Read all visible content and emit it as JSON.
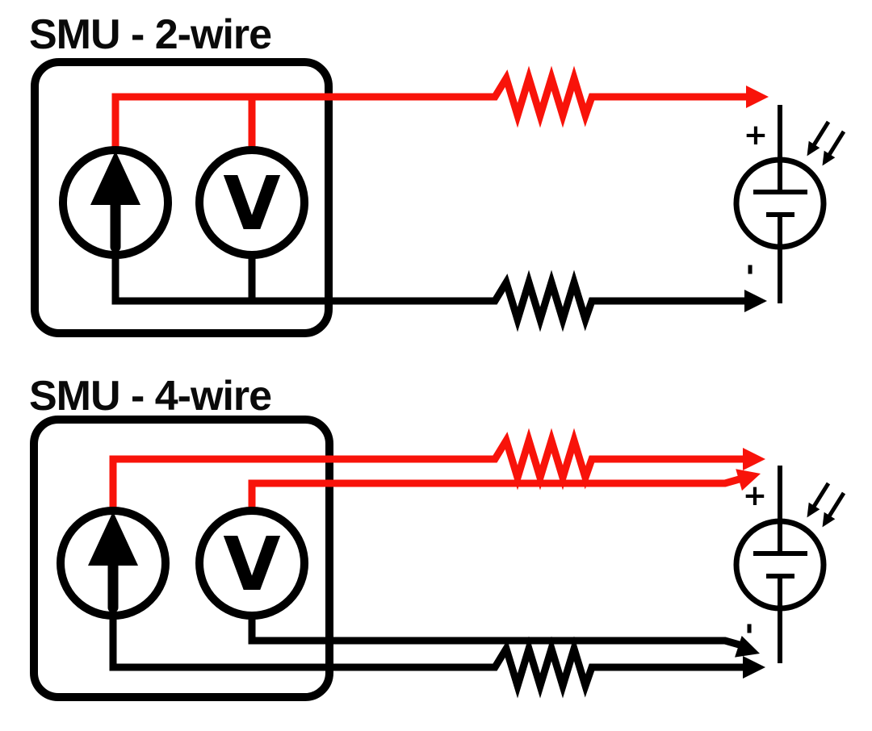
{
  "page": {
    "background": "#ffffff"
  },
  "colors": {
    "wire_red": "#f8130a",
    "wire_black": "#000000"
  },
  "sections": [
    {
      "title": "SMU - 2-wire",
      "smu": {
        "current_source_icon": "up-arrow-current-source",
        "voltmeter_label": "V"
      },
      "wires": [
        {
          "name": "high lead",
          "color": "red",
          "lead_resistor": true,
          "arrow": "right"
        },
        {
          "name": "low lead",
          "color": "black",
          "lead_resistor": true,
          "arrow": "right"
        }
      ],
      "device": {
        "type": "solar-cell-illuminated",
        "positive_label": "+",
        "negative_label": "-"
      }
    },
    {
      "title": "SMU - 4-wire",
      "smu": {
        "current_source_icon": "up-arrow-current-source",
        "voltmeter_label": "V"
      },
      "wires": [
        {
          "name": "force high",
          "color": "red",
          "lead_resistor": true,
          "arrow": "right"
        },
        {
          "name": "sense high",
          "color": "red",
          "lead_resistor": false,
          "arrow": "right-up-tilt"
        },
        {
          "name": "sense low",
          "color": "black",
          "lead_resistor": false,
          "arrow": "right-down-tilt"
        },
        {
          "name": "force low",
          "color": "black",
          "lead_resistor": true,
          "arrow": "right"
        }
      ],
      "device": {
        "type": "solar-cell-illuminated",
        "positive_label": "+",
        "negative_label": "-"
      }
    }
  ]
}
